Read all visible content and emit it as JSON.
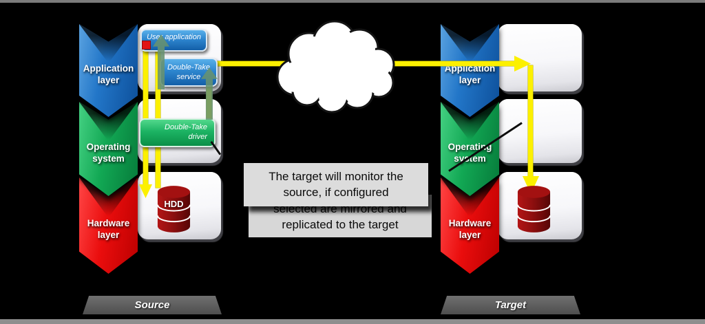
{
  "slide": {
    "background": "#000000",
    "top_strip_color": "#7b7b7b",
    "bottom_strip_color": "#8e8e8e"
  },
  "source": {
    "footer_label": "Source",
    "layers": [
      {
        "label": "Application layer",
        "color": "#1a6cc0"
      },
      {
        "label": "Operating system",
        "color": "#11a552"
      },
      {
        "label": "Hardware layer",
        "color": "#e00d0d"
      }
    ],
    "user_application_label": "User application",
    "service_line1": "Double-Take",
    "service_line2": "service",
    "driver_line1": "Double-Take",
    "driver_line2": "driver",
    "hdd_label": "HDD"
  },
  "target": {
    "footer_label": "Target",
    "layers": [
      {
        "label": "Application layer",
        "color": "#1a6cc0"
      },
      {
        "label": "Operating system",
        "color": "#11a552"
      },
      {
        "label": "Hardware layer",
        "color": "#e00d0d"
      }
    ]
  },
  "callouts": {
    "front": {
      "line1": "The target will monitor the",
      "line2": "source, if configured"
    },
    "back": {
      "line1": "selected are mirrored and",
      "line2": "replicated to the target"
    }
  },
  "palette": {
    "flow_arrow_yellow": "#fcf000",
    "intercept_arrow_green": "#68926e",
    "callout_gray": "#dcdcdc",
    "footer_gray": "#5c5c5c",
    "cloud_white": "#ffffff",
    "hdd_red": "#8f0f0f",
    "data_block_red": "#e21414"
  }
}
